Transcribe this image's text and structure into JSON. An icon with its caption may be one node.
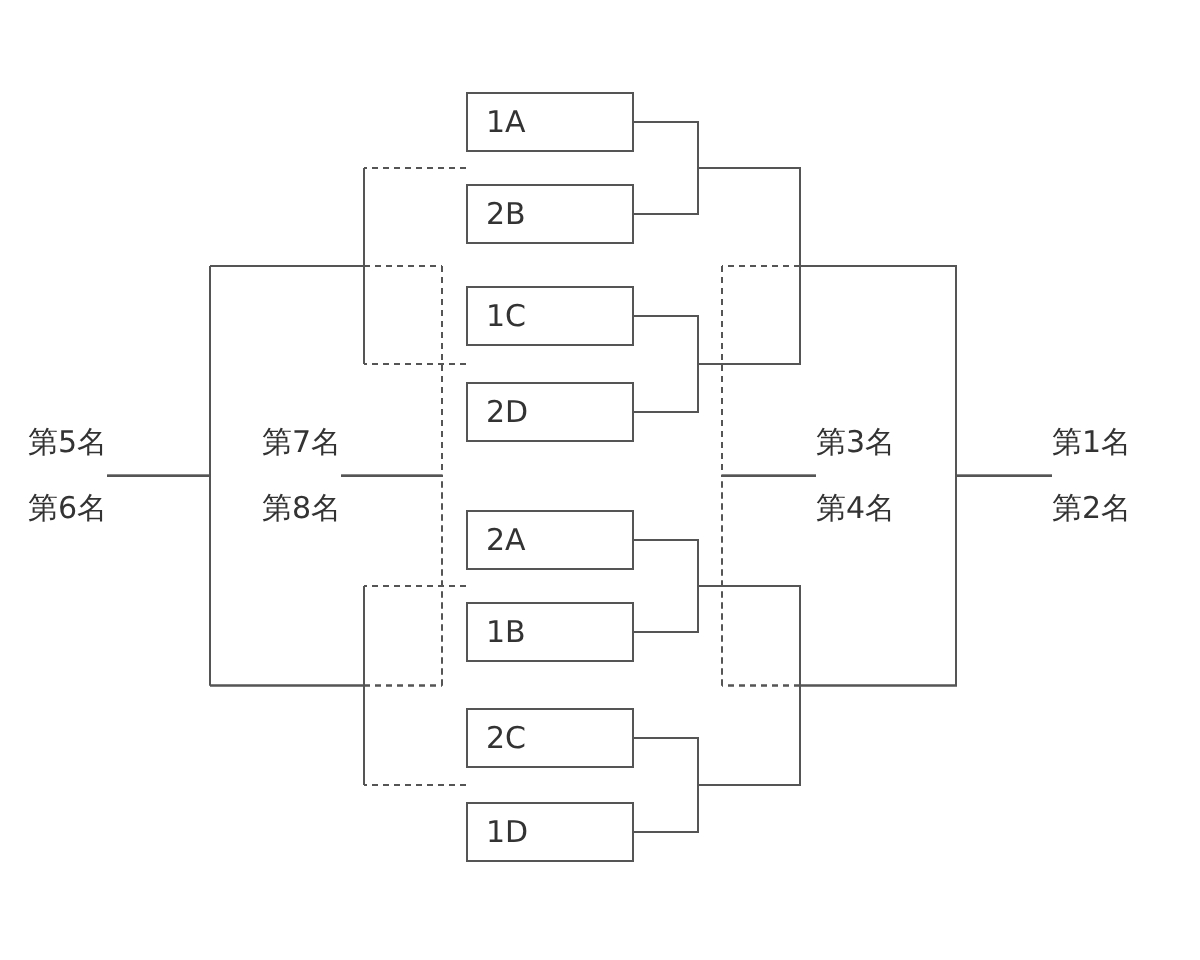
{
  "diagram": {
    "nodes": [
      {
        "text": [
          "第5名",
          "第6名"
        ]
      },
      {
        "text": [
          "第7名",
          "第8名"
        ]
      },
      {
        "text": [
          "1A"
        ]
      },
      {
        "text": [
          "2B"
        ]
      },
      {
        "text": [
          "1C"
        ]
      },
      {
        "text": [
          "2D"
        ]
      },
      {
        "text": [
          "2A"
        ]
      },
      {
        "text": [
          "1B"
        ]
      },
      {
        "text": [
          "2C"
        ]
      },
      {
        "text": [
          "1D"
        ]
      },
      {
        "text": [
          "第3名",
          "第4名"
        ]
      },
      {
        "text": [
          "第1名",
          "第2名"
        ]
      }
    ],
    "edges": [
      {
        "from": 2,
        "to": 11,
        "arrow": "none"
      },
      {
        "from": 3,
        "to": 11,
        "arrow": "none"
      },
      {
        "from": 4,
        "to": 11,
        "arrow": "none"
      },
      {
        "from": 5,
        "to": 11,
        "arrow": "none"
      },
      {
        "from": 6,
        "to": 11,
        "arrow": "none"
      },
      {
        "from": 7,
        "to": 11,
        "arrow": "none"
      },
      {
        "from": 8,
        "to": 11,
        "arrow": "none"
      },
      {
        "from": 9,
        "to": 11,
        "arrow": "none"
      },
      {
        "from": 2,
        "to": 10,
        "arrow": "none",
        "style": "dashed"
      },
      {
        "from": 3,
        "to": 10,
        "arrow": "none",
        "style": "dashed"
      },
      {
        "from": 4,
        "to": 10,
        "arrow": "none",
        "style": "dashed"
      },
      {
        "from": 5,
        "to": 10,
        "arrow": "none",
        "style": "dashed"
      },
      {
        "from": 6,
        "to": 10,
        "arrow": "none",
        "style": "dashed"
      },
      {
        "from": 7,
        "to": 10,
        "arrow": "none",
        "style": "dashed"
      },
      {
        "from": 8,
        "to": 10,
        "arrow": "none",
        "style": "dashed"
      },
      {
        "from": 9,
        "to": 10,
        "arrow": "none",
        "style": "dashed"
      },
      {
        "from": 2,
        "to": 0,
        "arrow": "none",
        "style": "dashed"
      },
      {
        "from": 3,
        "to": 0,
        "arrow": "none",
        "style": "dashed"
      },
      {
        "from": 4,
        "to": 0,
        "arrow": "none",
        "style": "dashed"
      },
      {
        "from": 5,
        "to": 0,
        "arrow": "none",
        "style": "dashed"
      },
      {
        "from": 6,
        "to": 0,
        "arrow": "none",
        "style": "dashed"
      },
      {
        "from": 7,
        "to": 0,
        "arrow": "none",
        "style": "dashed"
      },
      {
        "from": 8,
        "to": 0,
        "arrow": "none",
        "style": "dashed"
      },
      {
        "from": 9,
        "to": 0,
        "arrow": "none",
        "style": "dashed"
      },
      {
        "from": 2,
        "to": 1,
        "arrow": "none",
        "style": "dashed"
      },
      {
        "from": 3,
        "to": 1,
        "arrow": "none",
        "style": "dashed"
      },
      {
        "from": 4,
        "to": 1,
        "arrow": "none",
        "style": "dashed"
      },
      {
        "from": 5,
        "to": 1,
        "arrow": "none",
        "style": "dashed"
      },
      {
        "from": 6,
        "to": 1,
        "arrow": "none",
        "style": "dashed"
      },
      {
        "from": 7,
        "to": 1,
        "arrow": "none",
        "style": "dashed"
      },
      {
        "from": 8,
        "to": 1,
        "arrow": "none",
        "style": "dashed"
      },
      {
        "from": 9,
        "to": 1,
        "arrow": "none",
        "style": "dashed"
      }
    ]
  }
}
